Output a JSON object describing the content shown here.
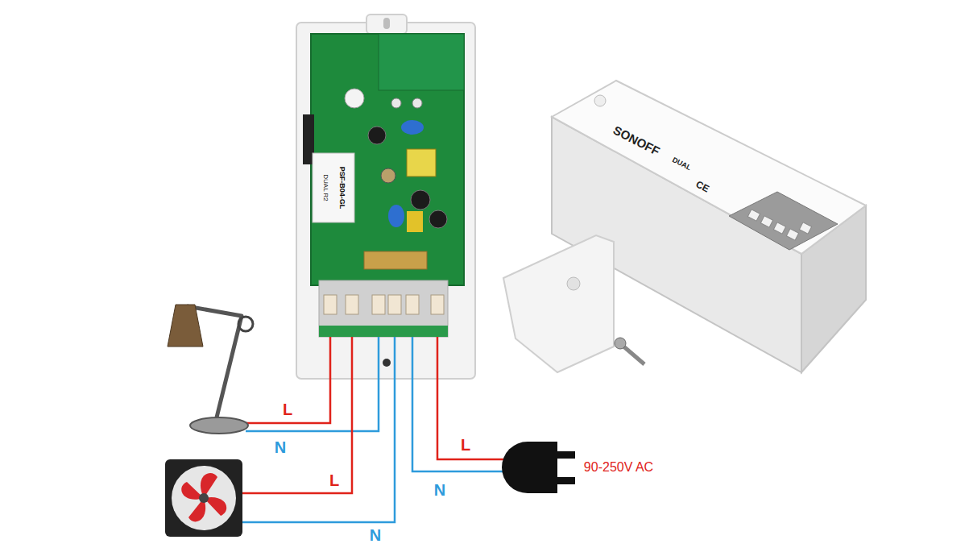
{
  "diagram": {
    "labels": [
      "L",
      "N",
      "L",
      "N",
      "L",
      "N",
      "90-250V AC",
      "PSF-B04-GL",
      "DUAL R2",
      "SONOFF",
      "DUAL",
      "CE"
    ]
  }
}
